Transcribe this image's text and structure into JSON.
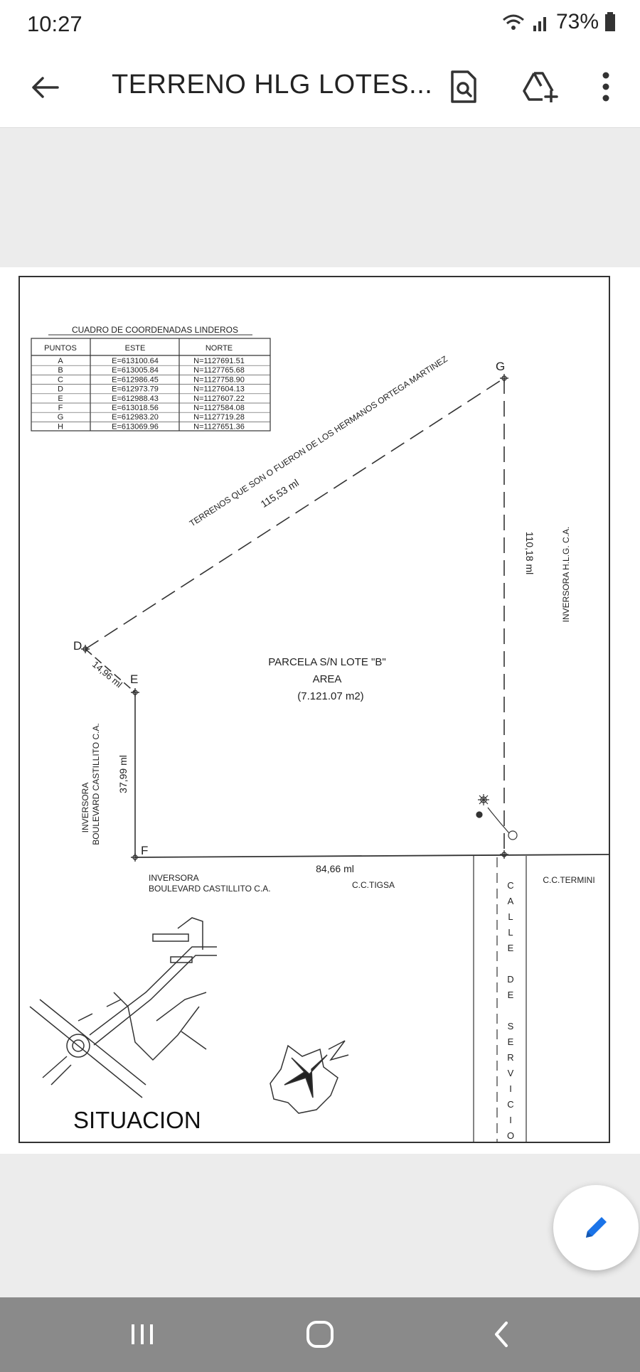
{
  "status": {
    "time": "10:27",
    "battery": "73%"
  },
  "header": {
    "title": "TERRENO HLG LOTES..."
  },
  "table": {
    "title": "CUADRO DE COORDENADAS LINDEROS",
    "headers": [
      "PUNTOS",
      "ESTE",
      "NORTE"
    ],
    "rows": [
      [
        "A",
        "E=613100.64",
        "N=1127691.51"
      ],
      [
        "B",
        "E=613005.84",
        "N=1127765.68"
      ],
      [
        "C",
        "E=612986.45",
        "N=1127758.90"
      ],
      [
        "D",
        "E=612973.79",
        "N=1127604.13"
      ],
      [
        "E",
        "E=612988.43",
        "N=1127607.22"
      ],
      [
        "F",
        "E=613018.56",
        "N=1127584.08"
      ],
      [
        "G",
        "E=612983.20",
        "N=1127719.28"
      ],
      [
        "H",
        "E=613069.96",
        "N=1127651.36"
      ]
    ]
  },
  "plan": {
    "points": {
      "g": "G",
      "d": "D",
      "e": "E",
      "f": "F"
    },
    "dims": {
      "dg": "115,53 ml",
      "gf": "110,18 ml",
      "de": "14,96 ml",
      "ef": "37,99 ml",
      "fbottom": "84,66 ml"
    },
    "neighbors": {
      "top": "TERRENOS QUE SON O FUERON DE LOS HERMANOS ORTEGA MARTINEZ",
      "right": "INVERSORA H.L.G. C.A.",
      "left1": "INVERSORA",
      "left2": "BOULEVARD CASTILLITO C.A.",
      "bottom1": "INVERSORA",
      "bottom2": "BOULEVARD CASTILLITO C.A.",
      "bottom_mid": "C.C.TIGSA",
      "far_right": "C.C.TERMINI",
      "street": "CALLE DE SERVICIO"
    },
    "parcel": {
      "line1": "PARCELA S/N LOTE \"B\"",
      "line2": "AREA",
      "line3": "(7.121.07 m2)"
    },
    "situacion": "SITUACION"
  }
}
